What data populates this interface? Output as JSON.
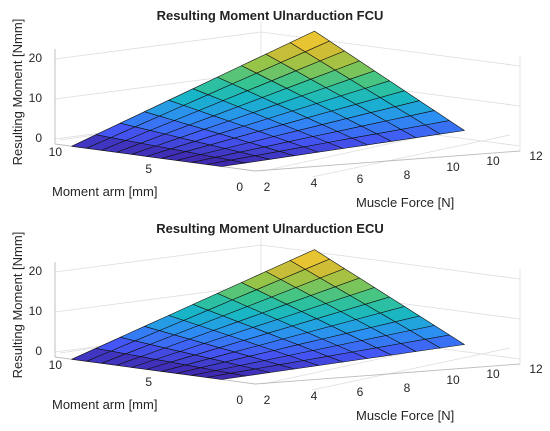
{
  "chart_data": [
    {
      "type": "surface",
      "title": "Resulting Moment Ulnarduction FCU",
      "xlabel": "Muscle Force [N]",
      "ylabel": "Moment arm [mm]",
      "zlabel": "Resulting Moment [Nmm]",
      "x_ticks": [
        2,
        4,
        6,
        8,
        10,
        12
      ],
      "y_ticks": [
        0,
        5,
        10
      ],
      "z_ticks": [
        0,
        10,
        20
      ],
      "xlim": [
        0,
        12
      ],
      "ylim": [
        0,
        12
      ],
      "zlim": [
        0,
        25
      ],
      "grid": true,
      "colormap": [
        "#3e26a8",
        "#4456f5",
        "#2d8ef3",
        "#17b5c9",
        "#35c491",
        "#92c44a",
        "#dcbc32",
        "#f9d433"
      ],
      "x": [
        0,
        1.1,
        2.2,
        3.3,
        4.4,
        5.5,
        6.6,
        7.7,
        8.8,
        9.9,
        11
      ],
      "y": [
        2,
        2.9,
        3.8,
        4.7,
        5.6,
        6.5,
        7.4,
        8.3,
        9.2,
        10.1,
        11
      ],
      "z_formula": "x * y / 5"
    },
    {
      "type": "surface",
      "title": "Resulting Moment Ulnarduction ECU",
      "xlabel": "Muscle Force [N]",
      "ylabel": "Moment arm [mm]",
      "zlabel": "Resulting Moment [Nmm]",
      "x_ticks": [
        2,
        4,
        6,
        8,
        10,
        12
      ],
      "y_ticks": [
        0,
        5,
        10
      ],
      "z_ticks": [
        0,
        10,
        20
      ],
      "xlim": [
        0,
        12
      ],
      "ylim": [
        0,
        12
      ],
      "zlim": [
        0,
        25
      ],
      "grid": true,
      "colormap": [
        "#3e26a8",
        "#4456f5",
        "#2d8ef3",
        "#17b5c9",
        "#35c491",
        "#92c44a",
        "#dcbc32",
        "#f9d433"
      ],
      "x": [
        0,
        1.1,
        2.2,
        3.3,
        4.4,
        5.5,
        6.6,
        7.7,
        8.8,
        9.9,
        11
      ],
      "y": [
        2,
        2.9,
        3.8,
        4.7,
        5.6,
        6.5,
        7.4,
        8.3,
        9.2,
        10.1,
        11
      ],
      "z_formula": "x * y / 5.3"
    }
  ]
}
